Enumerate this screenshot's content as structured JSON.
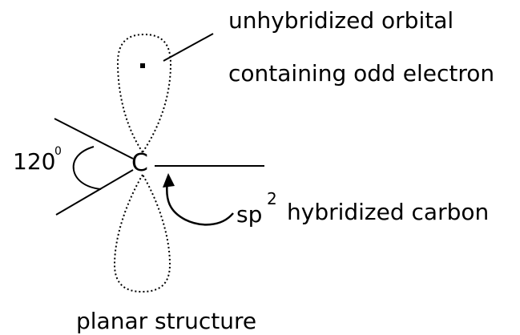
{
  "labels": {
    "orbital_line1": "unhybridized orbital",
    "orbital_line2": "containing odd electron",
    "angle_value": "120",
    "angle_unit": "0",
    "atom": "C",
    "hybrid_prefix": "sp",
    "hybrid_superscript": "2",
    "hybrid_text": "hybridized carbon",
    "caption": "planar structure"
  },
  "colors": {
    "ink": "#000000",
    "background": "#ffffff"
  }
}
